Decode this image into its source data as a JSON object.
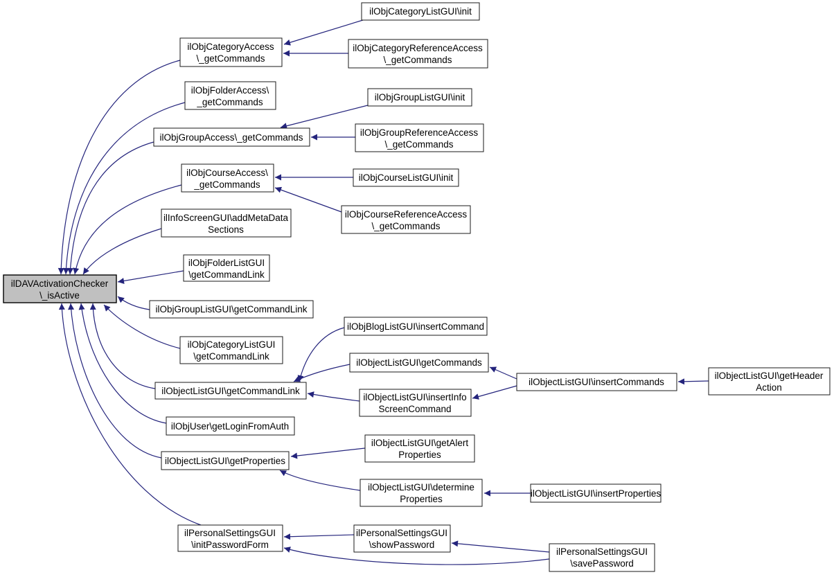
{
  "diagram": {
    "kind": "caller-graph",
    "root_function": "ilDAVActivationChecker\\_isActive",
    "colors": {
      "background": "#ffffff",
      "edge": "#24247c",
      "node_fill": "#ffffff",
      "node_border": "#1a1a1a",
      "root_fill": "#c0c0c0",
      "text": "#000000"
    }
  },
  "nodes": {
    "catListInit": {
      "label": "ilObjCategoryListGUI\\init"
    },
    "catAccess": {
      "line1": "ilObjCategoryAccess",
      "line2": "\\_getCommands"
    },
    "catRefAccess": {
      "line1": "ilObjCategoryReferenceAccess",
      "line2": "\\_getCommands"
    },
    "folderAccess": {
      "line1": "ilObjFolderAccess\\",
      "line2": "_getCommands"
    },
    "groupListInit": {
      "label": "ilObjGroupListGUI\\init"
    },
    "groupAccess": {
      "label": "ilObjGroupAccess\\_getCommands"
    },
    "groupRefAccess": {
      "line1": "ilObjGroupReferenceAccess",
      "line2": "\\_getCommands"
    },
    "courseAccess": {
      "line1": "ilObjCourseAccess\\",
      "line2": "_getCommands"
    },
    "courseListInit": {
      "label": "ilObjCourseListGUI\\init"
    },
    "courseRefAccess": {
      "line1": "ilObjCourseReferenceAccess",
      "line2": "\\_getCommands"
    },
    "infoScreen": {
      "line1": "ilInfoScreenGUI\\addMetaData",
      "line2": "Sections"
    },
    "folderListGui": {
      "line1": "ilObjFolderListGUI",
      "line2": "\\getCommandLink"
    },
    "root": {
      "line1": "ilDAVActivationChecker",
      "line2": "\\_isActive"
    },
    "groupListGui": {
      "label": "ilObjGroupListGUI\\getCommandLink"
    },
    "catListGui": {
      "line1": "ilObjCategoryListGUI",
      "line2": "\\getCommandLink"
    },
    "blogList": {
      "label": "ilObjBlogListGUI\\insertCommand"
    },
    "getCommands": {
      "label": "ilObjectListGUI\\getCommands"
    },
    "getCommandLink": {
      "label": "ilObjectListGUI\\getCommandLink"
    },
    "insertInfo": {
      "line1": "ilObjectListGUI\\insertInfo",
      "line2": "ScreenCommand"
    },
    "insertCommands": {
      "label": "ilObjectListGUI\\insertCommands"
    },
    "getHeader": {
      "line1": "ilObjectListGUI\\getHeader",
      "line2": "Action"
    },
    "objUser": {
      "label": "ilObjUser\\getLoginFromAuth"
    },
    "getProperties": {
      "label": "ilObjectListGUI\\getProperties"
    },
    "getAlert": {
      "line1": "ilObjectListGUI\\getAlert",
      "line2": "Properties"
    },
    "determineProps": {
      "line1": "ilObjectListGUI\\determine",
      "line2": "Properties"
    },
    "insertProps": {
      "label": "ilObjectListGUI\\insertProperties"
    },
    "initPassword": {
      "line1": "ilPersonalSettingsGUI",
      "line2": "\\initPasswordForm"
    },
    "showPassword": {
      "line1": "ilPersonalSettingsGUI",
      "line2": "\\showPassword"
    },
    "savePassword": {
      "line1": "ilPersonalSettingsGUI",
      "line2": "\\savePassword"
    }
  },
  "edges": [
    {
      "from": "catListInit",
      "to": "catAccess"
    },
    {
      "from": "catRefAccess",
      "to": "catAccess"
    },
    {
      "from": "catAccess",
      "to": "root"
    },
    {
      "from": "folderAccess",
      "to": "root"
    },
    {
      "from": "groupListInit",
      "to": "groupAccess"
    },
    {
      "from": "groupRefAccess",
      "to": "groupAccess"
    },
    {
      "from": "groupAccess",
      "to": "root"
    },
    {
      "from": "courseListInit",
      "to": "courseAccess"
    },
    {
      "from": "courseRefAccess",
      "to": "courseAccess"
    },
    {
      "from": "courseAccess",
      "to": "root"
    },
    {
      "from": "infoScreen",
      "to": "root"
    },
    {
      "from": "folderListGui",
      "to": "root"
    },
    {
      "from": "groupListGui",
      "to": "root"
    },
    {
      "from": "catListGui",
      "to": "root"
    },
    {
      "from": "blogList",
      "to": "getCommandLink"
    },
    {
      "from": "getCommands",
      "to": "getCommandLink"
    },
    {
      "from": "insertInfo",
      "to": "getCommandLink"
    },
    {
      "from": "getCommandLink",
      "to": "root"
    },
    {
      "from": "insertCommands",
      "to": "getCommands"
    },
    {
      "from": "insertCommands",
      "to": "insertInfo"
    },
    {
      "from": "getHeader",
      "to": "insertCommands"
    },
    {
      "from": "objUser",
      "to": "root"
    },
    {
      "from": "getProperties",
      "to": "root"
    },
    {
      "from": "getAlert",
      "to": "getProperties"
    },
    {
      "from": "determineProps",
      "to": "getProperties"
    },
    {
      "from": "insertProps",
      "to": "determineProps"
    },
    {
      "from": "initPassword",
      "to": "root"
    },
    {
      "from": "showPassword",
      "to": "initPassword"
    },
    {
      "from": "savePassword",
      "to": "showPassword"
    },
    {
      "from": "savePassword",
      "to": "initPassword"
    }
  ]
}
